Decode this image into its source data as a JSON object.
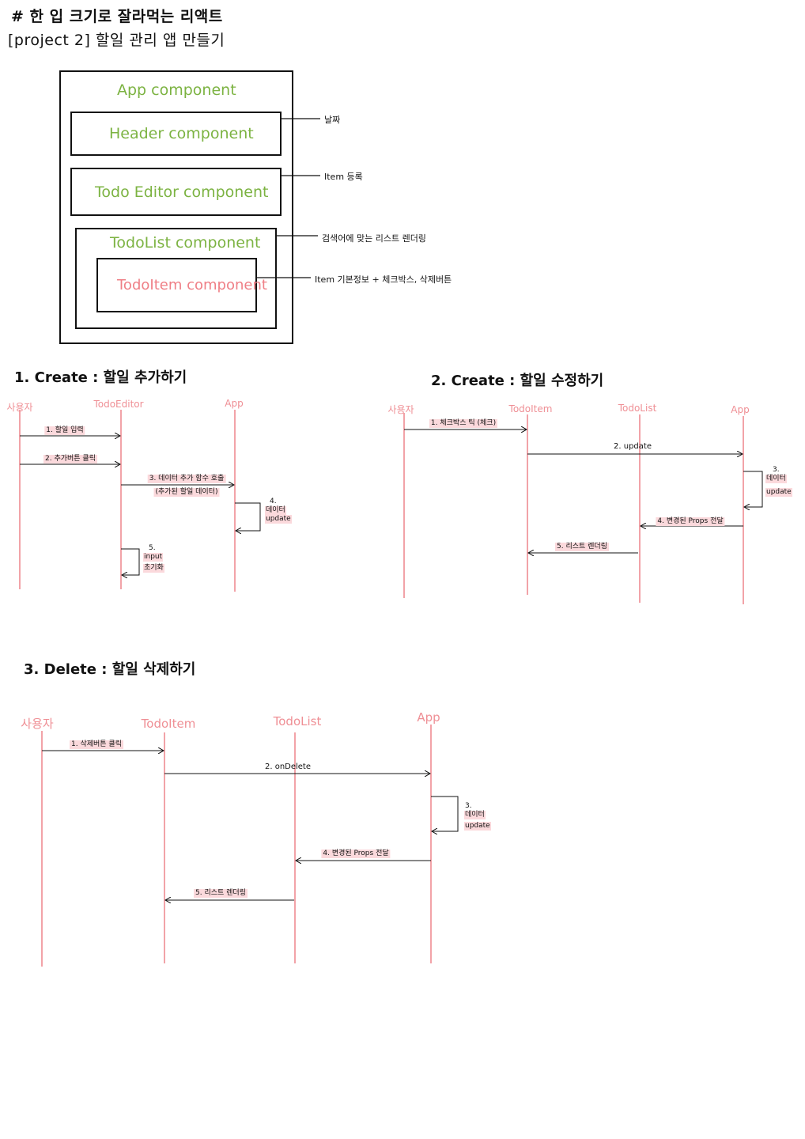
{
  "header": {
    "line1": "# 한 입 크기로 잘라먹는 리액트",
    "line2": "[project 2]  할일 관리 앱 만들기"
  },
  "component_diagram": {
    "app": "App   component",
    "header": "Header  component",
    "editor": "Todo Editor   component",
    "list": "TodoList   component",
    "item": "TodoItem component",
    "notes": {
      "header": "날짜",
      "editor": "Item 등록",
      "list": "검색어에 맞는 리스트 렌더링",
      "item": "Item 기본정보 + 체크박스, 삭제버튼"
    }
  },
  "seq1": {
    "title": "1. Create : 할일 추가하기",
    "actors": [
      "사용자",
      "TodoEditor",
      "App"
    ],
    "messages": [
      "1. 할일 입력",
      "2. 추가버튼 클릭",
      "3. 데이터 추가 함수 호출",
      "(추가된 할일 데이터)"
    ],
    "self_app": {
      "num": "4.",
      "l1": "데이터",
      "l2": "update"
    },
    "self_editor": {
      "num": "5.",
      "l1": "input",
      "l2": "초기화"
    }
  },
  "seq2": {
    "title": "2. Create : 할일 수정하기",
    "actors": [
      "사용자",
      "TodoItem",
      "TodoList",
      "App"
    ],
    "messages": [
      "1. 체크박스 틱 (체크)",
      "2. update",
      "4. 변경된 Props 전달",
      "5. 리스트 렌더링"
    ],
    "self_app": {
      "num": "3.",
      "l1": "데이터",
      "l2": "update"
    }
  },
  "seq3": {
    "title": "3. Delete : 할일 삭제하기",
    "actors": [
      "사용자",
      "TodoItem",
      "TodoList",
      "App"
    ],
    "messages": [
      "1. 삭제버튼 클릭",
      "2. onDelete",
      "4. 변경된 Props 전달",
      "5. 리스트 렌더링"
    ],
    "self_app": {
      "num": "3.",
      "l1": "데이터",
      "l2": "update"
    }
  },
  "colors": {
    "lifeline": "#f2a3a8",
    "green": "#7cb342",
    "pink": "#ef7f86",
    "highlight": "#fbd9dc"
  }
}
